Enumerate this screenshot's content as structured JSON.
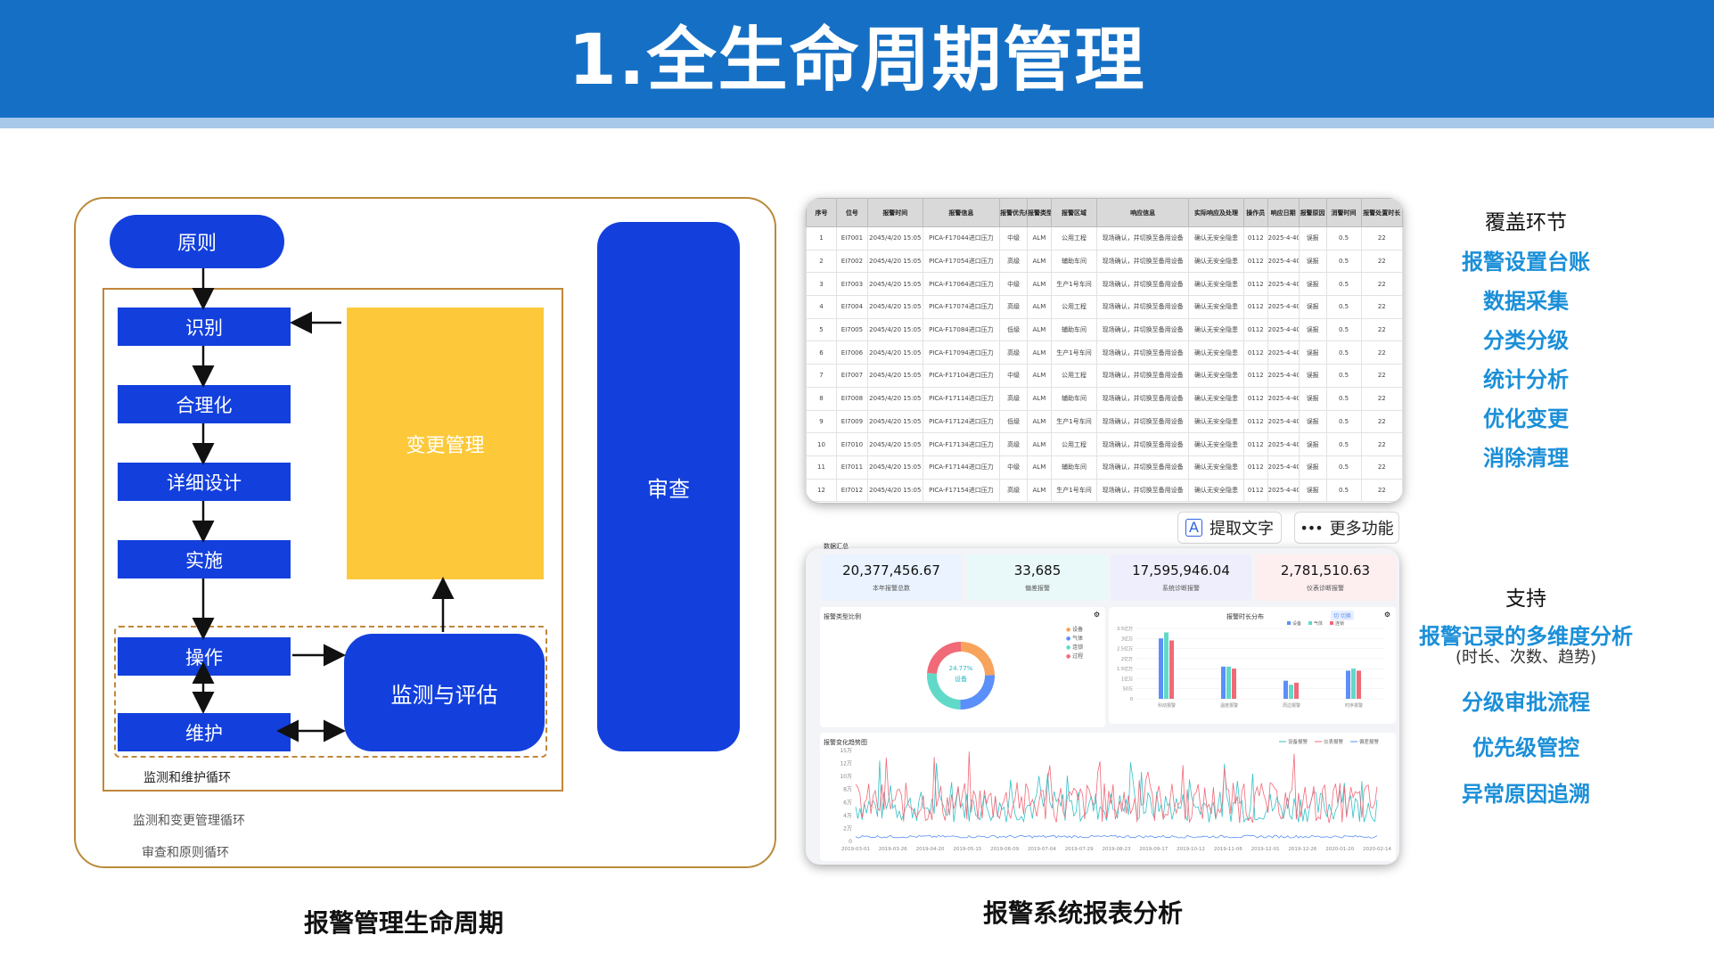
{
  "header": {
    "title": "1.全生命周期管理"
  },
  "lifecycle": {
    "principle": "原则",
    "steps": [
      "识别",
      "合理化",
      "详细设计",
      "实施"
    ],
    "operate": "操作",
    "maintain": "维护",
    "change": "变更管理",
    "monitor": "监测与评估",
    "review": "审查",
    "loops": {
      "monitor_maintain": "监测和维护循环",
      "monitor_change": "监测和变更管理循环",
      "review_principle": "审查和原则循环"
    },
    "caption": "报警管理生命周期"
  },
  "report": {
    "caption": "报警系统报表分析",
    "table": {
      "headers": [
        "序号",
        "位号",
        "报警时间",
        "报警信息",
        "报警优先级",
        "报警类型",
        "报警区域",
        "响应信息",
        "实际响应及处理",
        "操作员",
        "响应日期",
        "报警原因",
        "消警时间",
        "报警处置时长"
      ],
      "rows": [
        [
          "1",
          "EI7001",
          "2045/4/20 15:05",
          "PICA-F17044进口压力",
          "中级",
          "ALM",
          "公用工程",
          "现场确认，并切换至备用设备",
          "确认无安全隐患",
          "0112",
          "2025-4-40",
          "误报",
          "0.5",
          "22"
        ],
        [
          "2",
          "EI7002",
          "2045/4/20 15:05",
          "PICA-F17054进口压力",
          "高级",
          "ALM",
          "辅助车间",
          "现场确认，并切换至备用设备",
          "确认无安全隐患",
          "0112",
          "2025-4-40",
          "误报",
          "0.5",
          "22"
        ],
        [
          "3",
          "EI7003",
          "2045/4/20 15:05",
          "PICA-F17064进口压力",
          "中级",
          "ALM",
          "生产1号车间",
          "现场确认，并切换至备用设备",
          "确认无安全隐患",
          "0112",
          "2025-4-40",
          "误报",
          "0.5",
          "22"
        ],
        [
          "4",
          "EI7004",
          "2045/4/20 15:05",
          "PICA-F17074进口压力",
          "高级",
          "ALM",
          "公用工程",
          "现场确认，并切换至备用设备",
          "确认无安全隐患",
          "0112",
          "2025-4-40",
          "误报",
          "0.5",
          "22"
        ],
        [
          "5",
          "EI7005",
          "2045/4/20 15:05",
          "PICA-F17084进口压力",
          "低级",
          "ALM",
          "辅助车间",
          "现场确认，并切换至备用设备",
          "确认无安全隐患",
          "0112",
          "2025-4-40",
          "误报",
          "0.5",
          "22"
        ],
        [
          "6",
          "EI7006",
          "2045/4/20 15:05",
          "PICA-F17094进口压力",
          "高级",
          "ALM",
          "生产1号车间",
          "现场确认，并切换至备用设备",
          "确认无安全隐患",
          "0112",
          "2025-4-40",
          "误报",
          "0.5",
          "22"
        ],
        [
          "7",
          "EI7007",
          "2045/4/20 15:05",
          "PICA-F17104进口压力",
          "中级",
          "ALM",
          "公用工程",
          "现场确认，并切换至备用设备",
          "确认无安全隐患",
          "0112",
          "2025-4-40",
          "误报",
          "0.5",
          "22"
        ],
        [
          "8",
          "EI7008",
          "2045/4/20 15:05",
          "PICA-F17114进口压力",
          "高级",
          "ALM",
          "辅助车间",
          "现场确认，并切换至备用设备",
          "确认无安全隐患",
          "0112",
          "2025-4-40",
          "误报",
          "0.5",
          "22"
        ],
        [
          "9",
          "EI7009",
          "2045/4/20 15:05",
          "PICA-F17124进口压力",
          "低级",
          "ALM",
          "生产1号车间",
          "现场确认，并切换至备用设备",
          "确认无安全隐患",
          "0112",
          "2025-4-40",
          "误报",
          "0.5",
          "22"
        ],
        [
          "10",
          "EI7010",
          "2045/4/20 15:05",
          "PICA-F17134进口压力",
          "高级",
          "ALM",
          "公用工程",
          "现场确认，并切换至备用设备",
          "确认无安全隐患",
          "0112",
          "2025-4-40",
          "误报",
          "0.5",
          "22"
        ],
        [
          "11",
          "EI7011",
          "2045/4/20 15:05",
          "PICA-F17144进口压力",
          "中级",
          "ALM",
          "辅助车间",
          "现场确认，并切换至备用设备",
          "确认无安全隐患",
          "0112",
          "2025-4-40",
          "误报",
          "0.5",
          "22"
        ],
        [
          "12",
          "EI7012",
          "2045/4/20 15:05",
          "PICA-F17154进口压力",
          "高级",
          "ALM",
          "生产1号车间",
          "现场确认，并切换至备用设备",
          "确认无安全隐患",
          "0112",
          "2025-4-40",
          "误报",
          "0.5",
          "22"
        ]
      ]
    },
    "buttons": {
      "extract": "提取文字",
      "more": "更多功能"
    },
    "dashboard": {
      "title": "数据汇总",
      "stats": [
        {
          "value": "20,377,456.67",
          "label": "本年报警总数",
          "bg": "#eaf3ff"
        },
        {
          "value": "33,685",
          "label": "偏差报警",
          "bg": "#e9f8f8"
        },
        {
          "value": "17,595,946.04",
          "label": "系统诊断报警",
          "bg": "#efeefc"
        },
        {
          "value": "2,781,510.63",
          "label": "仪表诊断报警",
          "bg": "#fdeef0"
        }
      ],
      "pie": {
        "title": "报警类型比例",
        "center_value": "24.77%",
        "center_label": "设备",
        "legend": [
          "设备",
          "气体",
          "连锁",
          "过程"
        ],
        "colors": [
          "#f7a35c",
          "#5b8ff9",
          "#61d9c8",
          "#f06a78"
        ],
        "values": [
          24.77,
          25.5,
          26.0,
          23.73
        ]
      },
      "bars": {
        "title": "报警时长分布",
        "toggle": "切 切换",
        "legend": [
          "设备",
          "气体",
          "连锁"
        ],
        "yticks": [
          "3.5亿万",
          "3亿万",
          "2.5亿万",
          "2亿万",
          "1.5亿万",
          "1亿万",
          "50万",
          "0"
        ],
        "categories": [
          "科动报警",
          "温度报警",
          "周边报警",
          "时序报警"
        ],
        "series": [
          {
            "color": "#5b8ff9",
            "values": [
              3.0,
              1.6,
              0.9,
              1.4
            ]
          },
          {
            "color": "#61d9c8",
            "values": [
              3.3,
              1.6,
              0.7,
              1.5
            ]
          },
          {
            "color": "#f06a78",
            "values": [
              2.9,
              1.5,
              0.8,
              1.4
            ]
          }
        ]
      },
      "trend": {
        "title": "报警变化趋势图",
        "legend": [
          "设备报警",
          "仪表报警",
          "偏差报警"
        ],
        "colors": [
          "#34c1c9",
          "#f06a78",
          "#5b8ff9"
        ],
        "yticks": [
          "15万",
          "12万",
          "10万",
          "8万",
          "6万",
          "4万",
          "2万",
          "0"
        ],
        "xticks": [
          "2019-03-01",
          "2019-03-26",
          "2019-04-20",
          "2019-05-15",
          "2019-06-09",
          "2019-07-04",
          "2019-07-29",
          "2019-08-23",
          "2019-09-17",
          "2019-10-12",
          "2019-11-06",
          "2019-12-01",
          "2019-12-26",
          "2020-01-20",
          "2020-02-14"
        ]
      }
    }
  },
  "coverage": {
    "head": "覆盖环节",
    "items": [
      "报警设置台账",
      "数据采集",
      "分类分级",
      "统计分析",
      "优化变更",
      "消除清理"
    ]
  },
  "support": {
    "head": "支持",
    "items": [
      "报警记录的多维度分析",
      "分级审批流程",
      "优先级管控",
      "异常原因追溯"
    ],
    "sub": "(时长、次数、趋势)"
  }
}
